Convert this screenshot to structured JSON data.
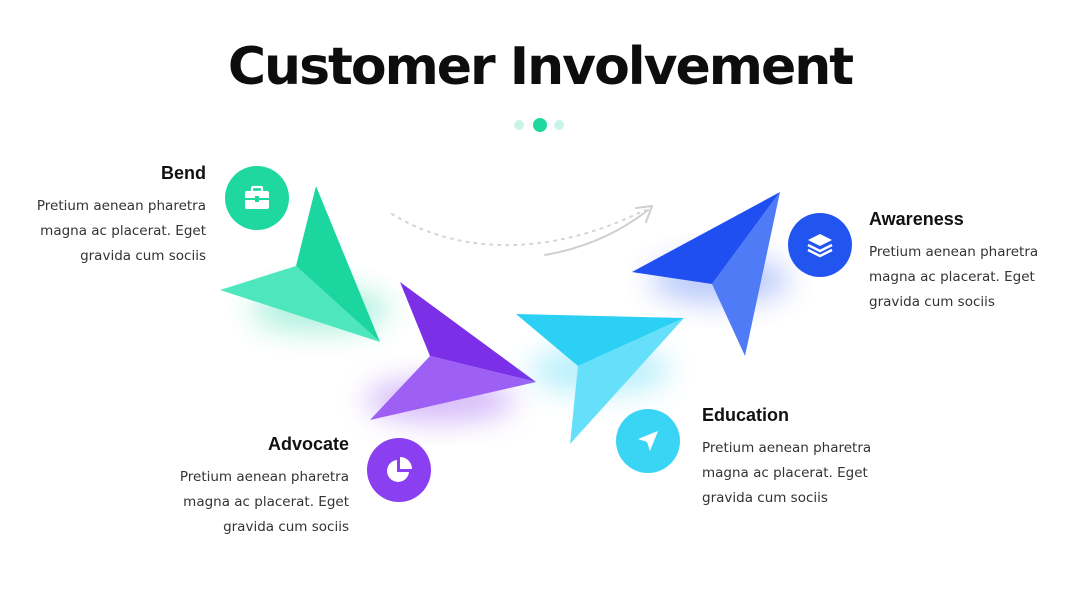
{
  "title": "Customer Involvement",
  "colors": {
    "green": "#1fd8a0",
    "purple": "#8a3ff0",
    "cyan": "#3ad4f5",
    "blue": "#2255f0",
    "dot_light": "#c9f3e6",
    "dot_active": "#1fd8a0"
  },
  "pagination": {
    "dots": 3,
    "active": 1
  },
  "items": [
    {
      "id": "bend",
      "heading": "Bend",
      "lines": [
        "Pretium aenean pharetra",
        "magna ac placerat. Eget",
        "gravida cum sociis"
      ],
      "icon": "briefcase-icon",
      "color": "#1fd8a0"
    },
    {
      "id": "advocate",
      "heading": "Advocate",
      "lines": [
        "Pretium aenean pharetra",
        "magna ac placerat. Eget",
        "gravida cum sociis"
      ],
      "icon": "pie-chart-icon",
      "color": "#8a3ff0"
    },
    {
      "id": "education",
      "heading": "Education",
      "lines": [
        "Pretium aenean pharetra",
        "magna ac placerat. Eget",
        "gravida cum sociis"
      ],
      "icon": "paper-plane-icon",
      "color": "#3ad4f5"
    },
    {
      "id": "awareness",
      "heading": "Awareness",
      "lines": [
        "Pretium aenean pharetra",
        "magna ac placerat. Eget",
        "gravida cum sociis"
      ],
      "icon": "layers-icon",
      "color": "#2255f0"
    }
  ]
}
